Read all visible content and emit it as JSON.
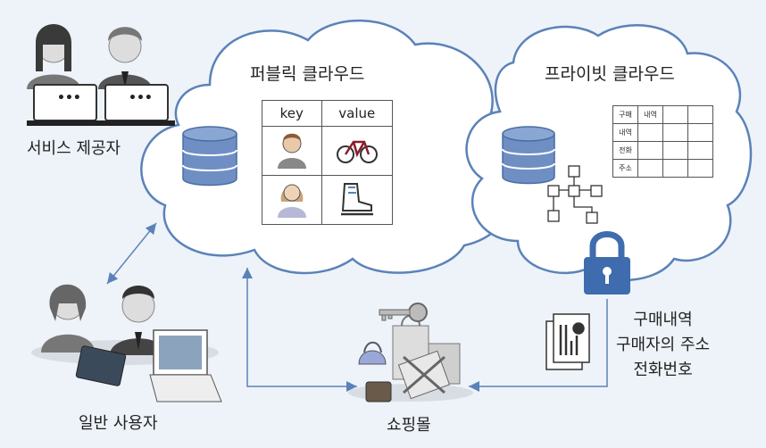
{
  "labels": {
    "service_provider": "서비스 제공자",
    "general_user": "일반 사용자",
    "shopping_mall": "쇼핑몰",
    "public_cloud": "퍼블릭 클라우드",
    "private_cloud": "프라이빗 클라우드"
  },
  "kv_table": {
    "key_header": "key",
    "value_header": "value"
  },
  "private_table": {
    "rows": [
      [
        "구매",
        "내역",
        "",
        "",
        ""
      ],
      [
        "내역",
        "",
        "",
        "",
        ""
      ],
      [
        "전화",
        "",
        "",
        "",
        ""
      ],
      [
        "주소",
        "",
        "",
        "",
        ""
      ]
    ]
  },
  "private_info": {
    "line1": "구매내역",
    "line2": "구매자의 주소",
    "line3": "전화번호"
  },
  "laptop_screen_text": "•••",
  "colors": {
    "cloud_stroke": "#5b82b8",
    "arrow": "#5b82b8",
    "db_fill": "#6f8fc4",
    "lock_fill": "#3f6cae",
    "background": "#edf3f9"
  }
}
